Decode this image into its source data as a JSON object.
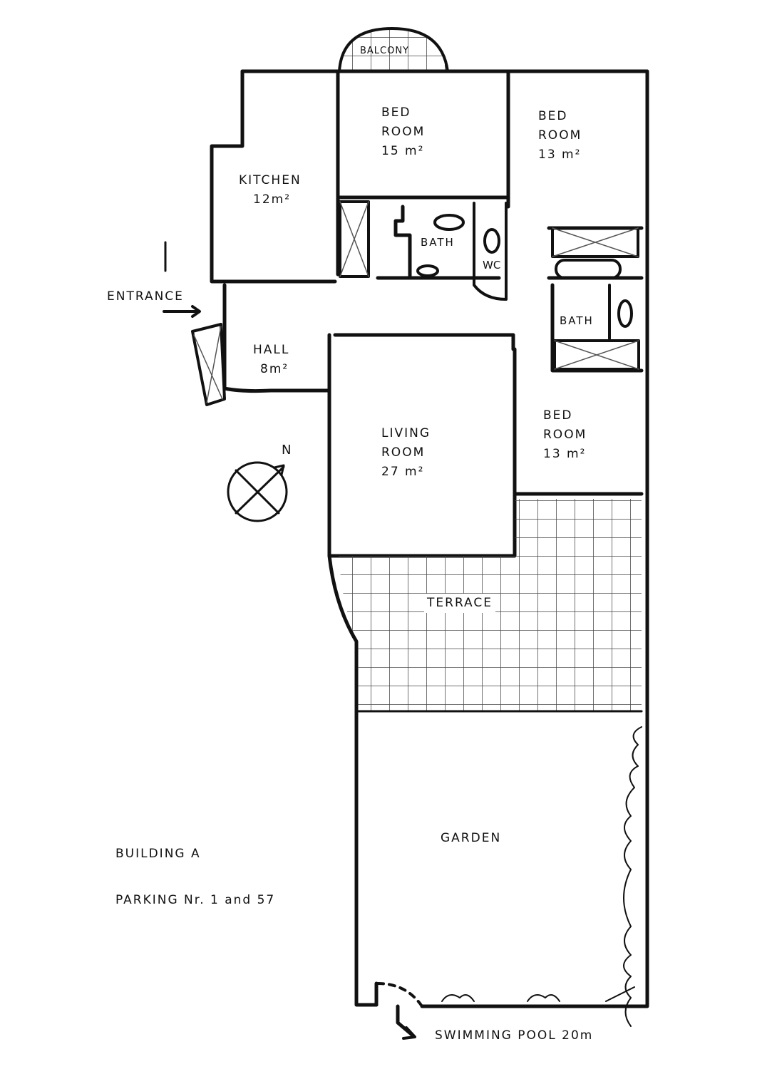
{
  "plan": {
    "rooms": [
      {
        "id": "balcony",
        "name": "BALCONY",
        "area": ""
      },
      {
        "id": "bedroom1",
        "name": "BED ROOM",
        "area": "15 m²"
      },
      {
        "id": "bedroom2",
        "name": "BED ROOM",
        "area": "13 m²"
      },
      {
        "id": "kitchen",
        "name": "KITCHEN",
        "area": "12m²"
      },
      {
        "id": "bath1",
        "name": "BATH",
        "area": ""
      },
      {
        "id": "wc",
        "name": "WC",
        "area": ""
      },
      {
        "id": "bath2",
        "name": "BATH",
        "area": ""
      },
      {
        "id": "hall",
        "name": "HALL",
        "area": "8m²"
      },
      {
        "id": "living",
        "name": "LIVING ROOM",
        "area": "27 m²"
      },
      {
        "id": "bedroom3",
        "name": "BED ROOM",
        "area": "13 m²"
      },
      {
        "id": "terrace",
        "name": "TERRACE",
        "area": ""
      },
      {
        "id": "garden",
        "name": "GARDEN",
        "area": ""
      }
    ],
    "labels": {
      "balcony": "BALCONY",
      "bed1_line1": "BED",
      "bed1_line2": "ROOM",
      "bed1_area": "15 m²",
      "bed2_line1": "BED",
      "bed2_line2": "ROOM",
      "bed2_area": "13 m²",
      "kitchen": "KITCHEN",
      "kitchen_area": "12m²",
      "bath1": "BATH",
      "wc": "WC",
      "bath2": "BATH",
      "hall": "HALL",
      "hall_area": "8m²",
      "living_line1": "LIVING",
      "living_line2": "ROOM",
      "living_area": "27 m²",
      "bed3_line1": "BED",
      "bed3_line2": "ROOM",
      "bed3_area": "13 m²",
      "terrace": "TERRACE",
      "garden": "GARDEN"
    },
    "entrance": "ENTRANCE",
    "compass": "N",
    "notes": {
      "building": "BUILDING A",
      "parking": "PARKING Nr. 1 and 57"
    },
    "pool_note": "SWIMMING POOL 20m"
  }
}
